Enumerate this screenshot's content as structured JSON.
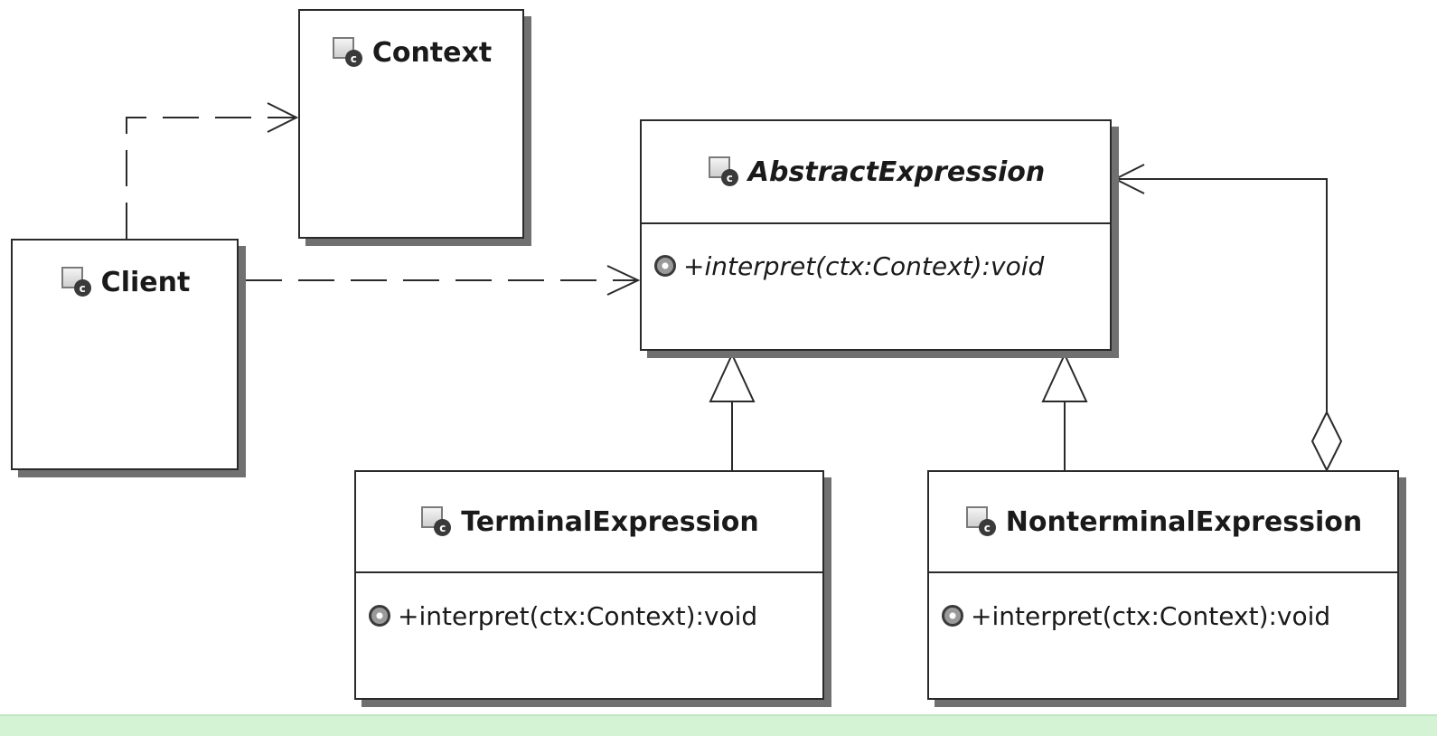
{
  "classes": {
    "context": {
      "name": "Context",
      "icon": "class-icon"
    },
    "client": {
      "name": "Client",
      "icon": "class-icon"
    },
    "abstract_expression": {
      "name": "AbstractExpression",
      "icon": "class-icon",
      "abstract": true,
      "operation": "+interpret(ctx:Context):void"
    },
    "terminal_expression": {
      "name": "TerminalExpression",
      "icon": "class-icon",
      "operation": "+interpret(ctx:Context):void"
    },
    "nonterminal_expression": {
      "name": "NonterminalExpression",
      "icon": "class-icon",
      "operation": "+interpret(ctx:Context):void"
    }
  },
  "relationships": [
    {
      "type": "dependency",
      "from": "client",
      "to": "context"
    },
    {
      "type": "dependency",
      "from": "client",
      "to": "abstract_expression"
    },
    {
      "type": "generalization",
      "from": "terminal_expression",
      "to": "abstract_expression"
    },
    {
      "type": "generalization",
      "from": "nonterminal_expression",
      "to": "abstract_expression"
    },
    {
      "type": "aggregation",
      "from": "nonterminal_expression",
      "to": "abstract_expression"
    }
  ],
  "colors": {
    "line": "#2a2a2a",
    "shadow": "#707070",
    "footer": "#d4f2d4"
  }
}
